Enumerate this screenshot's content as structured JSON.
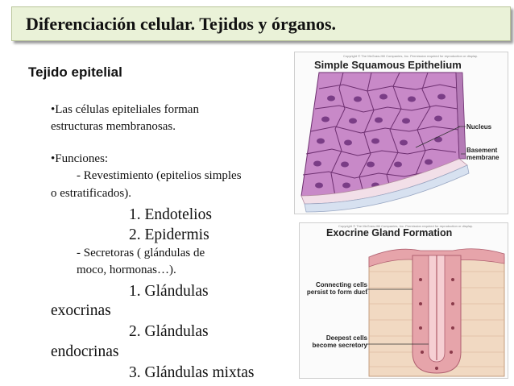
{
  "slide": {
    "title": "Diferenciación celular. Tejidos y órganos.",
    "section_heading": "Tejido epitelial",
    "lines": [
      "Las células epiteliales forman",
      "estructuras membranosas.",
      "Funciones:",
      "- Revestimiento (epitelios  simples",
      "o estratificados).",
      "1. Endotelios",
      "2. Epidermis",
      "- Secretoras ( glándulas de",
      "moco, hormonas…).",
      "1. Glándulas",
      "exocrinas",
      "2. Glándulas",
      "endocrinas",
      "3. Glándulas mixtas"
    ]
  },
  "figure_epithelium": {
    "copyright": "Copyright © The McGraw-Hill Companies, Inc. Permission required for reproduction or display.",
    "title": "Simple Squamous Epithelium",
    "label_nucleus": "Nucleus",
    "label_basement": "Basement membrane"
  },
  "figure_gland": {
    "copyright": "Copyright © The McGraw-Hill Companies, Inc. Permission required for reproduction or display.",
    "title": "Exocrine Gland Formation",
    "label_connecting": "Connecting cells persist to form duct",
    "label_deepest": "Deepest cells become secretory"
  },
  "colors": {
    "title_bg": "#eaf2d8",
    "cell_fill": "#c889c8",
    "cell_line": "#6d2f70",
    "nucleus": "#7a3d86",
    "gland_pink": "#e6a4aa",
    "gland_tan": "#f1d9c2"
  }
}
